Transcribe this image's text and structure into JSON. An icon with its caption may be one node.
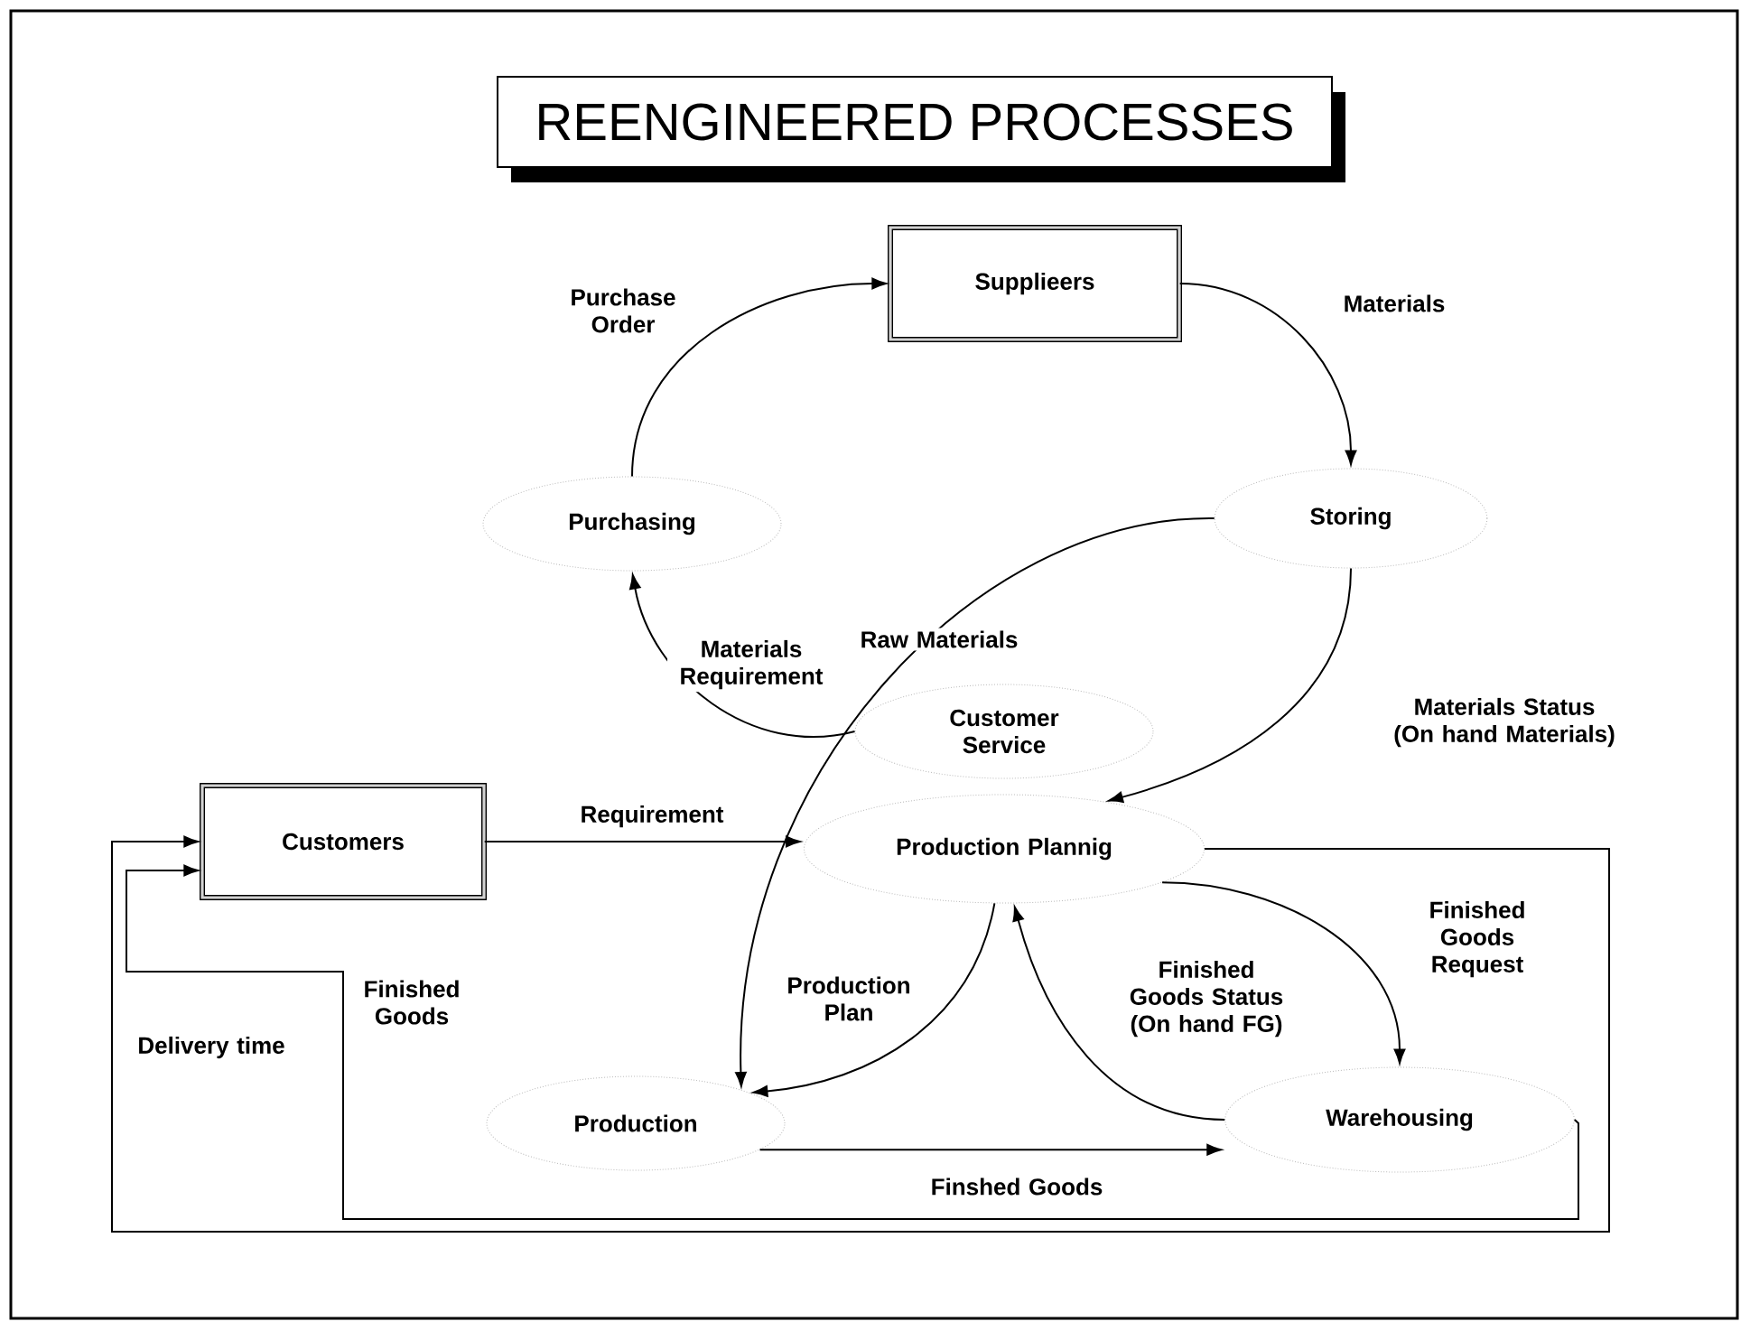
{
  "diagram": {
    "title": "REENGINEERED PROCESSES",
    "nodes": [
      {
        "text": [
          "Supplieers"
        ]
      },
      {
        "text": [
          "Storing"
        ]
      },
      {
        "text": [
          "Purchasing"
        ]
      },
      {
        "text": [
          "Customer Service"
        ]
      },
      {
        "text": [
          "Production Plannig"
        ]
      },
      {
        "text": [
          "Customers"
        ]
      },
      {
        "text": [
          "Production"
        ]
      },
      {
        "text": [
          "Warehousing"
        ]
      }
    ],
    "edges": [
      {
        "from": 2,
        "to": 0,
        "arrow": "to",
        "label": "Purchase Order"
      },
      {
        "from": 0,
        "to": 1,
        "arrow": "to",
        "label": "Materials"
      },
      {
        "from": 1,
        "to": 6,
        "arrow": "to",
        "label": "Raw Materials"
      },
      {
        "from": 3,
        "to": 2,
        "arrow": "to",
        "label": "Materials Requirement"
      },
      {
        "from": 1,
        "to": 4,
        "arrow": "to",
        "label": "Materials Status (On hand Materials)"
      },
      {
        "from": 5,
        "to": 4,
        "arrow": "to",
        "label": "Requirement"
      },
      {
        "from": 4,
        "to": 6,
        "arrow": "to",
        "label": "Production Plan"
      },
      {
        "from": 7,
        "to": 4,
        "arrow": "to",
        "label": "Finished Goods Status (On hand FG)"
      },
      {
        "from": 4,
        "to": 7,
        "arrow": "to",
        "label": "Finished Goods Request"
      },
      {
        "from": 6,
        "to": 7,
        "arrow": "to",
        "label": "Finshed Goods"
      },
      {
        "from": 4,
        "to": 5,
        "arrow": "to",
        "label": "Delivery time"
      },
      {
        "from": 7,
        "to": 5,
        "arrow": "to",
        "label": "Finished Goods"
      }
    ]
  }
}
